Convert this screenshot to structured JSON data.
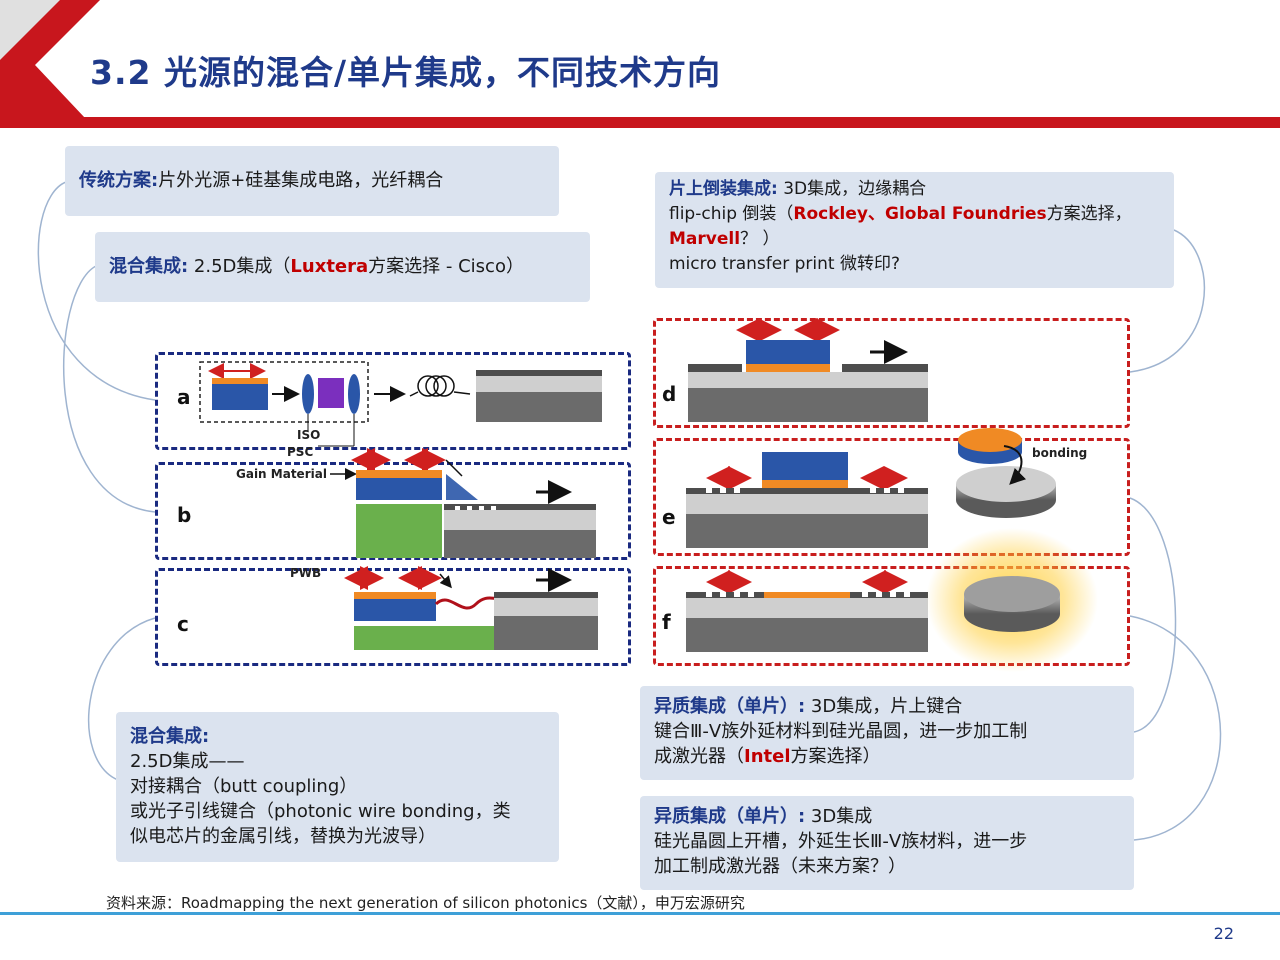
{
  "header": {
    "title": "3.2 光源的混合/单片集成，不同技术方向"
  },
  "boxes": {
    "traditional": {
      "head": "传统方案:",
      "text": "片外光源+硅基集成电路，光纤耦合"
    },
    "hybrid_25d": {
      "head": "混合集成:",
      "text_a": " 2.5D集成（",
      "company": "Luxtera",
      "text_b": "方案选择 - Cisco）"
    },
    "flipchip": {
      "head": "片上倒装集成:",
      "head_tail": " 3D集成，边缘耦合",
      "l2_a": "flip-chip 倒装（",
      "company1": "Rockley、Global Foundries",
      "l2_b": "方案选择，",
      "company2": "Marvell",
      "l3_b": "？ ）",
      "l4": "micro transfer print 微转印?"
    },
    "hybrid_butt": {
      "head": "混合集成:",
      "l1": "2.5D集成——",
      "l2": "对接耦合（butt coupling）",
      "l3": "或光子引线键合（photonic wire bonding，类",
      "l4": "似电芯片的金属引线，替换为光波导）"
    },
    "hetero1": {
      "head": "异质集成（单片）:",
      "head_tail": " 3D集成，片上键合",
      "l2": "键合Ⅲ-Ⅴ族外延材料到硅光晶圆，进一步加工制",
      "l3_a": "成激光器（",
      "company": "Intel",
      "l3_b": "方案选择）"
    },
    "hetero2": {
      "head": "异质集成（单片）:",
      "head_tail": " 3D集成",
      "l2": "硅光晶圆上开槽，外延生长Ⅲ-Ⅴ族材料，进一步",
      "l3": "加工制成激光器（未来方案？）"
    }
  },
  "panels": {
    "a": "a",
    "b": "b",
    "c": "c",
    "d": "d",
    "e": "e",
    "f": "f",
    "iso": "ISO",
    "psc": "PSC",
    "gain": "Gain Material",
    "pwb": "PWB",
    "bonding": "bonding"
  },
  "footer": {
    "source": "资料来源：Roadmapping the next generation of silicon photonics（文献），申万宏源研究",
    "page": "22"
  },
  "colors": {
    "title_blue": "#1f3a8a",
    "accent_red": "#c00000",
    "box_bg": "#dbe3ef",
    "panel_blue": "#1a2a80",
    "panel_red": "#c81e1e",
    "laser_blue": "#2a56a8",
    "laser_orange": "#f08a24",
    "gain_green": "#6ab04c",
    "substrate_gray": "#6b6b6b"
  }
}
